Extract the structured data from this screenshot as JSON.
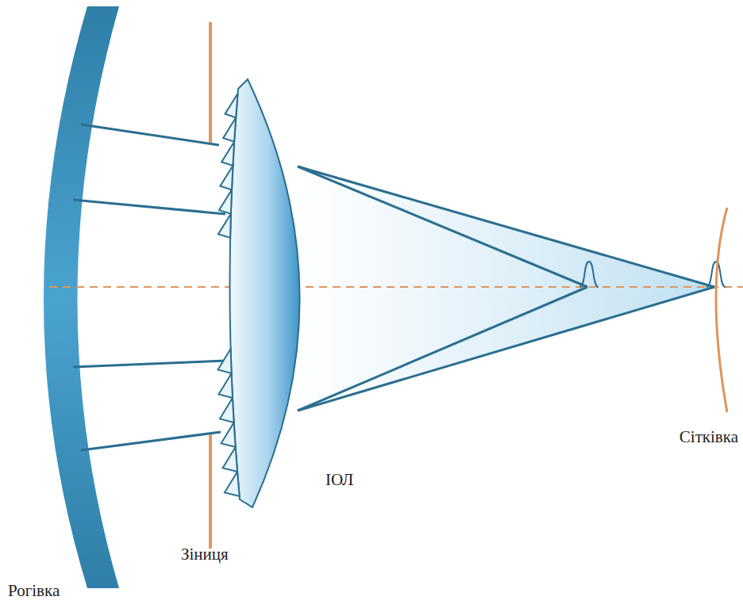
{
  "diagram": {
    "labels": [
      "Рогівка",
      "Зіниця",
      "ІОЛ",
      "Сітківка"
    ]
  }
}
